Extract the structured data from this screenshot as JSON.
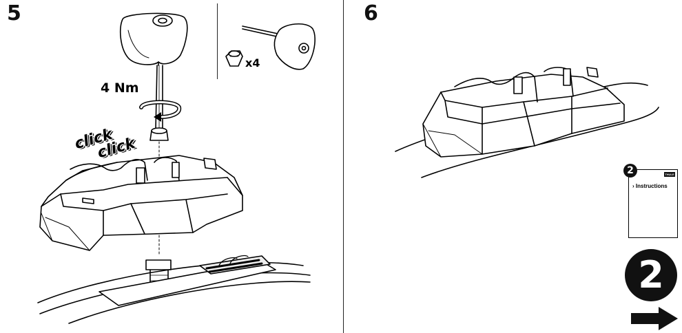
{
  "steps": {
    "first": "5",
    "second": "6"
  },
  "step5": {
    "torque": "4 Nm",
    "quantity": "x4",
    "click_text_1": "click",
    "click_text_2": "click"
  },
  "next_card": {
    "number": "2",
    "brand": "THULE",
    "title": "› Instructions"
  },
  "next_step": {
    "number": "2",
    "arrow_icon": "right-arrow-icon"
  }
}
